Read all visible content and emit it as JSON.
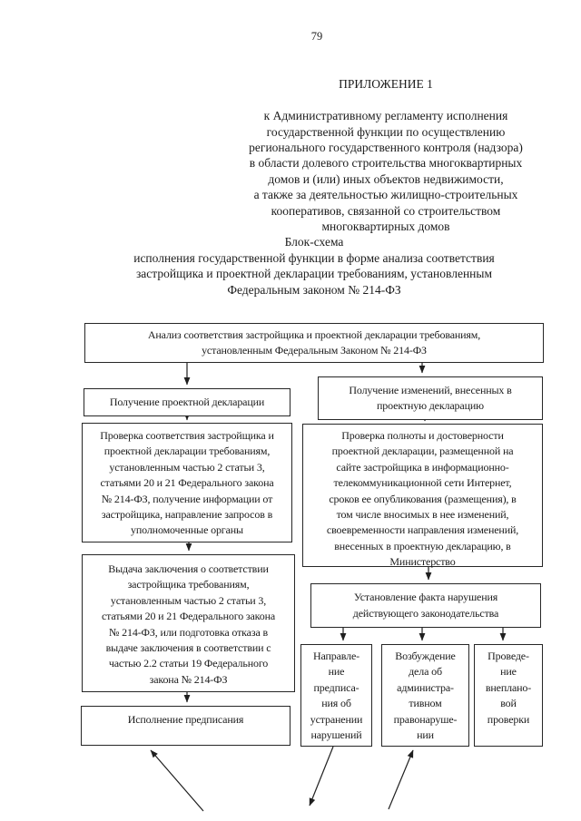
{
  "page": {
    "number": "79",
    "appendix_title": "ПРИЛОЖЕНИЕ 1",
    "appendix_body": "к Административному регламенту исполнения\nгосударственной функции по осуществлению\nрегионального государственного контроля (надзора)\nв области долевого строительства многоквартирных\nдомов и (или) иных объектов недвижимости,\nа также за деятельностью жилищно-строительных\nкооперативов, связанной со строительством\nмногоквартирных домов",
    "scheme_title": "Блок-схема\nисполнения государственной функции в форме анализа соответствия\nзастройщика и проектной декларации требованиям, установленным\nФедеральным законом № 214-ФЗ"
  },
  "flowchart": {
    "analysis_box": "Анализ соответствия застройщика и проектной декларации требованиям,\nустановленным Федеральным Законом № 214-ФЗ",
    "get_declaration_box": "Получение проектной декларации",
    "get_changes_box": "Получение изменений, внесенных в\nпроектную декларацию",
    "check_compliance_box": "Проверка соответствия застройщика и\nпроектной декларации требованиям,\nустановленным частью 2 статьи 3,\nстатьями 20 и 21 Федерального закона\n№ 214-ФЗ, получение информации от\nзастройщика, направление запросов в\nуполномоченные органы",
    "check_completeness_box": "Проверка полноты и достоверности\nпроектной декларации, размещенной на\nсайте застройщика в информационно-\nтелекоммуникационной сети Интернет,\nсроков ее опубликования (размещения), в\nтом числе вносимых в нее изменений,\nсвоевременности направления изменений,\nвнесенных в проектную декларацию, в\nМинистерство",
    "issue_conclusion_box": "Выдача заключения о соответствии\nзастройщика требованиям,\nустановленным частью 2 статьи 3,\nстатьями 20 и 21 Федерального закона\n№ 214-ФЗ, или подготовка отказа в\nвыдаче заключения в соответствии с\nчастью 2.2 статьи 19 Федерального\nзакона № 214-ФЗ",
    "violation_fact_box": "Установление факта нарушения\nдействующего законодательства",
    "execute_prescription_box": "Исполнение предписания",
    "send_prescription_box": "Направле-\nние\nпредписа-\nния об\nустранении\nнарушений",
    "admin_case_box": "Возбуждение\nдела об\nадминистра-\nтивном\nправонаруше-\nнии",
    "unscheduled_inspection_box": "Проведе-\nние\nвнеплано-\nвой\nпроверки"
  },
  "colors": {
    "ink": "#1b1b1b",
    "paper": "#ffffff"
  }
}
